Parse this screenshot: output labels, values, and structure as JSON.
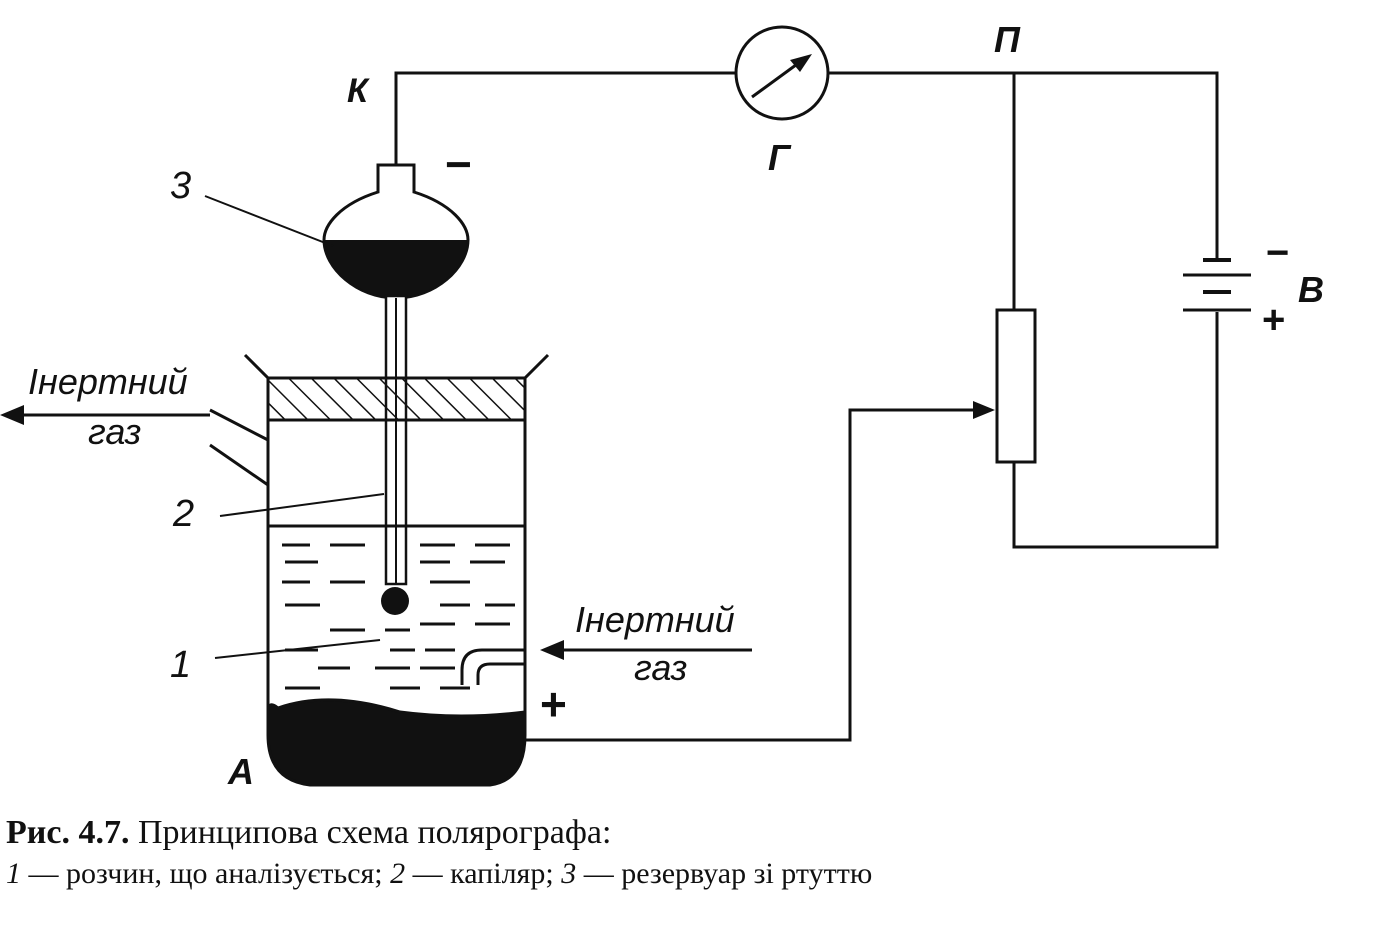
{
  "diagram": {
    "labels": {
      "cathode": "К",
      "galvanometer": "Г",
      "potentiometer": "П",
      "battery": "В",
      "anode": "А",
      "reservoir_num": "3",
      "capillary_num": "2",
      "solution_num": "1",
      "minus_cathode": "−",
      "plus_anode": "+",
      "battery_minus": "−",
      "battery_plus": "+",
      "gas_out_line1": "Інертний",
      "gas_out_line2": "газ",
      "gas_in_line1": "Інертний",
      "gas_in_line2": "газ"
    }
  },
  "caption": {
    "fig_label": "Рис. 4.7.",
    "title": " Принципова схема полярографа:",
    "n1": "1",
    "t1": " — розчин, що аналізується; ",
    "n2": "2",
    "t2": " — капіляр; ",
    "n3": "3",
    "t3": " — резервуар зі ртуттю"
  }
}
